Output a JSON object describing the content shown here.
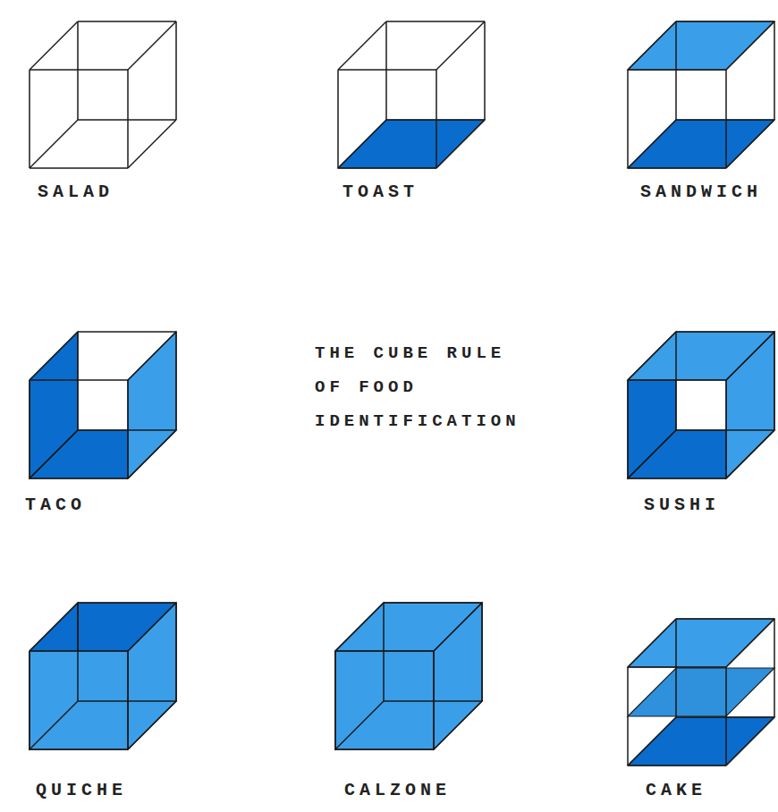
{
  "diagram": {
    "title": "THE CUBE RULE OF FOOD IDENTIFICATION",
    "nodes": [
      {
        "text": [
          "SALAD"
        ]
      },
      {
        "text": [
          "TOAST"
        ]
      },
      {
        "text": [
          "SANDWICH"
        ]
      },
      {
        "text": [
          "TACO"
        ]
      },
      {
        "text": [
          "SUSHI"
        ]
      },
      {
        "text": [
          "QUICHE"
        ]
      },
      {
        "text": [
          "CALZONE"
        ]
      },
      {
        "text": [
          "CAKE"
        ]
      }
    ]
  }
}
